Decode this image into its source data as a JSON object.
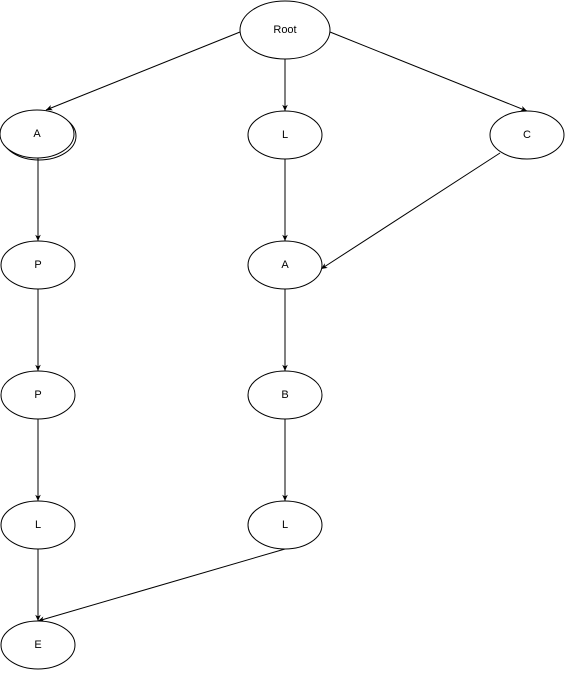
{
  "nodes": [
    {
      "id": "root",
      "label": "Root"
    },
    {
      "id": "a1",
      "label": "A"
    },
    {
      "id": "l1",
      "label": "L"
    },
    {
      "id": "c1",
      "label": "C"
    },
    {
      "id": "p1",
      "label": "P"
    },
    {
      "id": "a2",
      "label": "A"
    },
    {
      "id": "p2",
      "label": "P"
    },
    {
      "id": "b1",
      "label": "B"
    },
    {
      "id": "l2",
      "label": "L"
    },
    {
      "id": "l3",
      "label": "L"
    },
    {
      "id": "e1",
      "label": "E"
    }
  ],
  "edges": [
    {
      "from": "root",
      "to": "a1"
    },
    {
      "from": "root",
      "to": "l1"
    },
    {
      "from": "root",
      "to": "c1"
    },
    {
      "from": "a1",
      "to": "p1"
    },
    {
      "from": "p1",
      "to": "p2"
    },
    {
      "from": "p2",
      "to": "l2"
    },
    {
      "from": "l2",
      "to": "e1"
    },
    {
      "from": "l1",
      "to": "a2"
    },
    {
      "from": "c1",
      "to": "a2"
    },
    {
      "from": "a2",
      "to": "b1"
    },
    {
      "from": "b1",
      "to": "l3"
    },
    {
      "from": "l3",
      "to": "e1"
    }
  ]
}
